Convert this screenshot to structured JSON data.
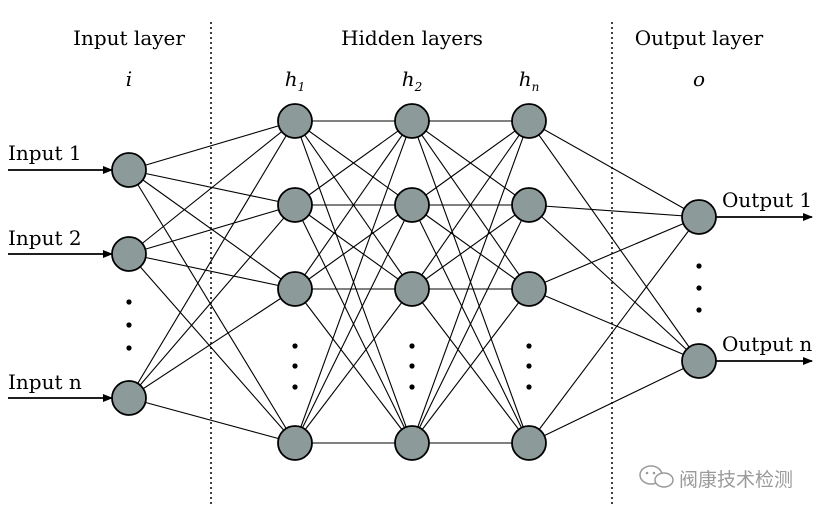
{
  "headers": {
    "input": "Input layer",
    "hidden": "Hidden layers",
    "output": "Output layer"
  },
  "symbols": {
    "input": "i",
    "h1_base": "h",
    "h1_sub": "1",
    "h2_base": "h",
    "h2_sub": "2",
    "hn_base": "h",
    "hn_sub": "n",
    "output": "o"
  },
  "inputs": [
    "Input 1",
    "Input 2",
    "Input n"
  ],
  "outputs": [
    "Output 1",
    "Output n"
  ],
  "watermark": "阀康技术检测",
  "colors": {
    "node_fill": "#8d9a9a",
    "line": "#000000",
    "divider": "#000000"
  }
}
